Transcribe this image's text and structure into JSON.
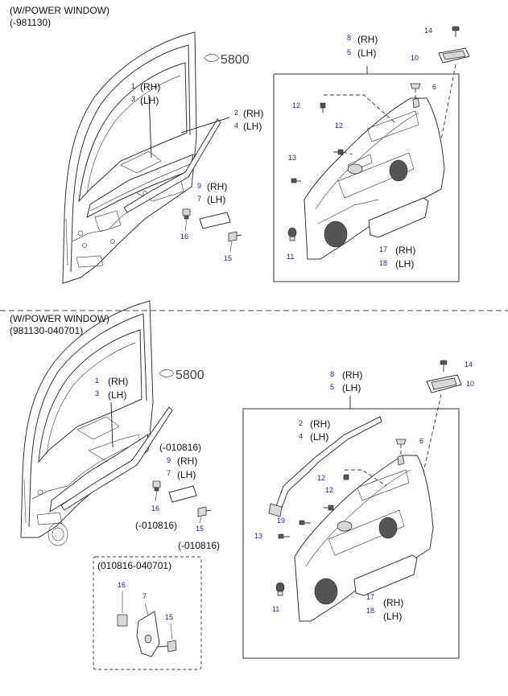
{
  "colors": {
    "part_number": "#1a1aa6",
    "line": "#333333"
  },
  "diagrams": [
    {
      "title_line1": "(W/POWER WINDOW)",
      "title_line2": "(-981130)",
      "ref": "5800",
      "labels": {
        "n1": "1",
        "n3": "3",
        "rh_a": "(RH)",
        "lh_a": "(LH)",
        "n2": "2",
        "n4": "4",
        "rh_b": "(RH)",
        "lh_b": "(LH)",
        "n9": "9",
        "n7": "7",
        "rh_c": "(RH)",
        "lh_c": "(LH)",
        "n16": "16",
        "n15": "15",
        "n8": "8",
        "n5": "5",
        "rh_d": "(RH)",
        "lh_d": "(LH)",
        "n14": "14",
        "n10": "10",
        "n6": "6",
        "n12a": "12",
        "n12b": "12",
        "n13": "13",
        "n11": "11",
        "n17": "17",
        "n18": "18",
        "rh_e": "(RH)",
        "lh_e": "(LH)"
      }
    },
    {
      "title_line1": "(W/POWER WINDOW)",
      "title_line2": "(981130-040701)",
      "ref": "5800",
      "labels": {
        "n1": "1",
        "n3": "3",
        "rh_a": "(RH)",
        "lh_a": "(LH)",
        "note_a": "(-010816)",
        "n9": "9",
        "n7": "7",
        "rh_c": "(RH)",
        "lh_c": "(LH)",
        "n16": "16",
        "n15": "15",
        "note_b": "(-010816)",
        "note_c": "(-010816)",
        "n8": "8",
        "n5": "5",
        "rh_d": "(RH)",
        "lh_d": "(LH)",
        "n14": "14",
        "n10": "10",
        "n2": "2",
        "n4": "4",
        "rh_b": "(RH)",
        "lh_b": "(LH)",
        "n6": "6",
        "n12a": "12",
        "n12b": "12",
        "n19": "19",
        "n13": "13",
        "n11": "11",
        "n17": "17",
        "n18": "18",
        "rh_e": "(RH)",
        "lh_e": "(LH)",
        "inset_title": "(010816-040701)",
        "i16": "16",
        "i7": "7",
        "i15": "15"
      }
    }
  ]
}
